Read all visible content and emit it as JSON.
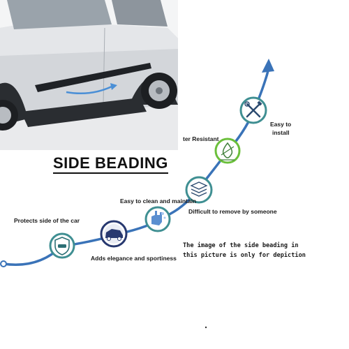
{
  "title": "SIDE BEADING",
  "note": "The image of the side beading in this picture is only for depiction",
  "features": [
    {
      "label": "Protects side of the car",
      "icon": "car-shield-icon"
    },
    {
      "label": "Adds elegance and sportiness",
      "icon": "car-side-icon"
    },
    {
      "label": "Easy to clean and maintain",
      "icon": "cleaning-hand-icon"
    },
    {
      "label": "Difficult to remove by someone",
      "icon": "layered-strips-icon"
    },
    {
      "label": "ter Resistant",
      "icon": "water-drop-icon"
    },
    {
      "label_line1": "Easy to",
      "label_line2": "install",
      "icon": "tools-icon"
    }
  ],
  "colors": {
    "arrow": "#3a73b8",
    "icon_ring_teal": "#3f8f92",
    "icon_ring_navy": "#27386f",
    "icon_ring_green": "#6bbf3b",
    "car_body": "#c9ccd0"
  }
}
